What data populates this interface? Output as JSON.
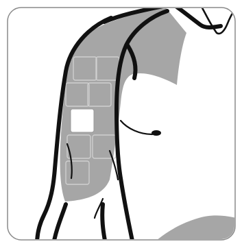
{
  "illustration": {
    "subject": "arm-injection-site-diagram",
    "colors": {
      "background": "#ffffff",
      "frame_border": "#8a8a8a",
      "shaded_skin": "#a6a6a6",
      "outline": "#111111",
      "grid_square": "#cfcfcf",
      "highlighted_site": "#ffffff"
    },
    "site_grid": {
      "rows": [
        {
          "cells": 2,
          "highlighted": false
        },
        {
          "cells": 2,
          "highlighted": false
        },
        {
          "cells": 1,
          "highlighted": true
        },
        {
          "cells": 2,
          "highlighted": false
        },
        {
          "cells": 1,
          "highlighted": false
        }
      ]
    }
  }
}
